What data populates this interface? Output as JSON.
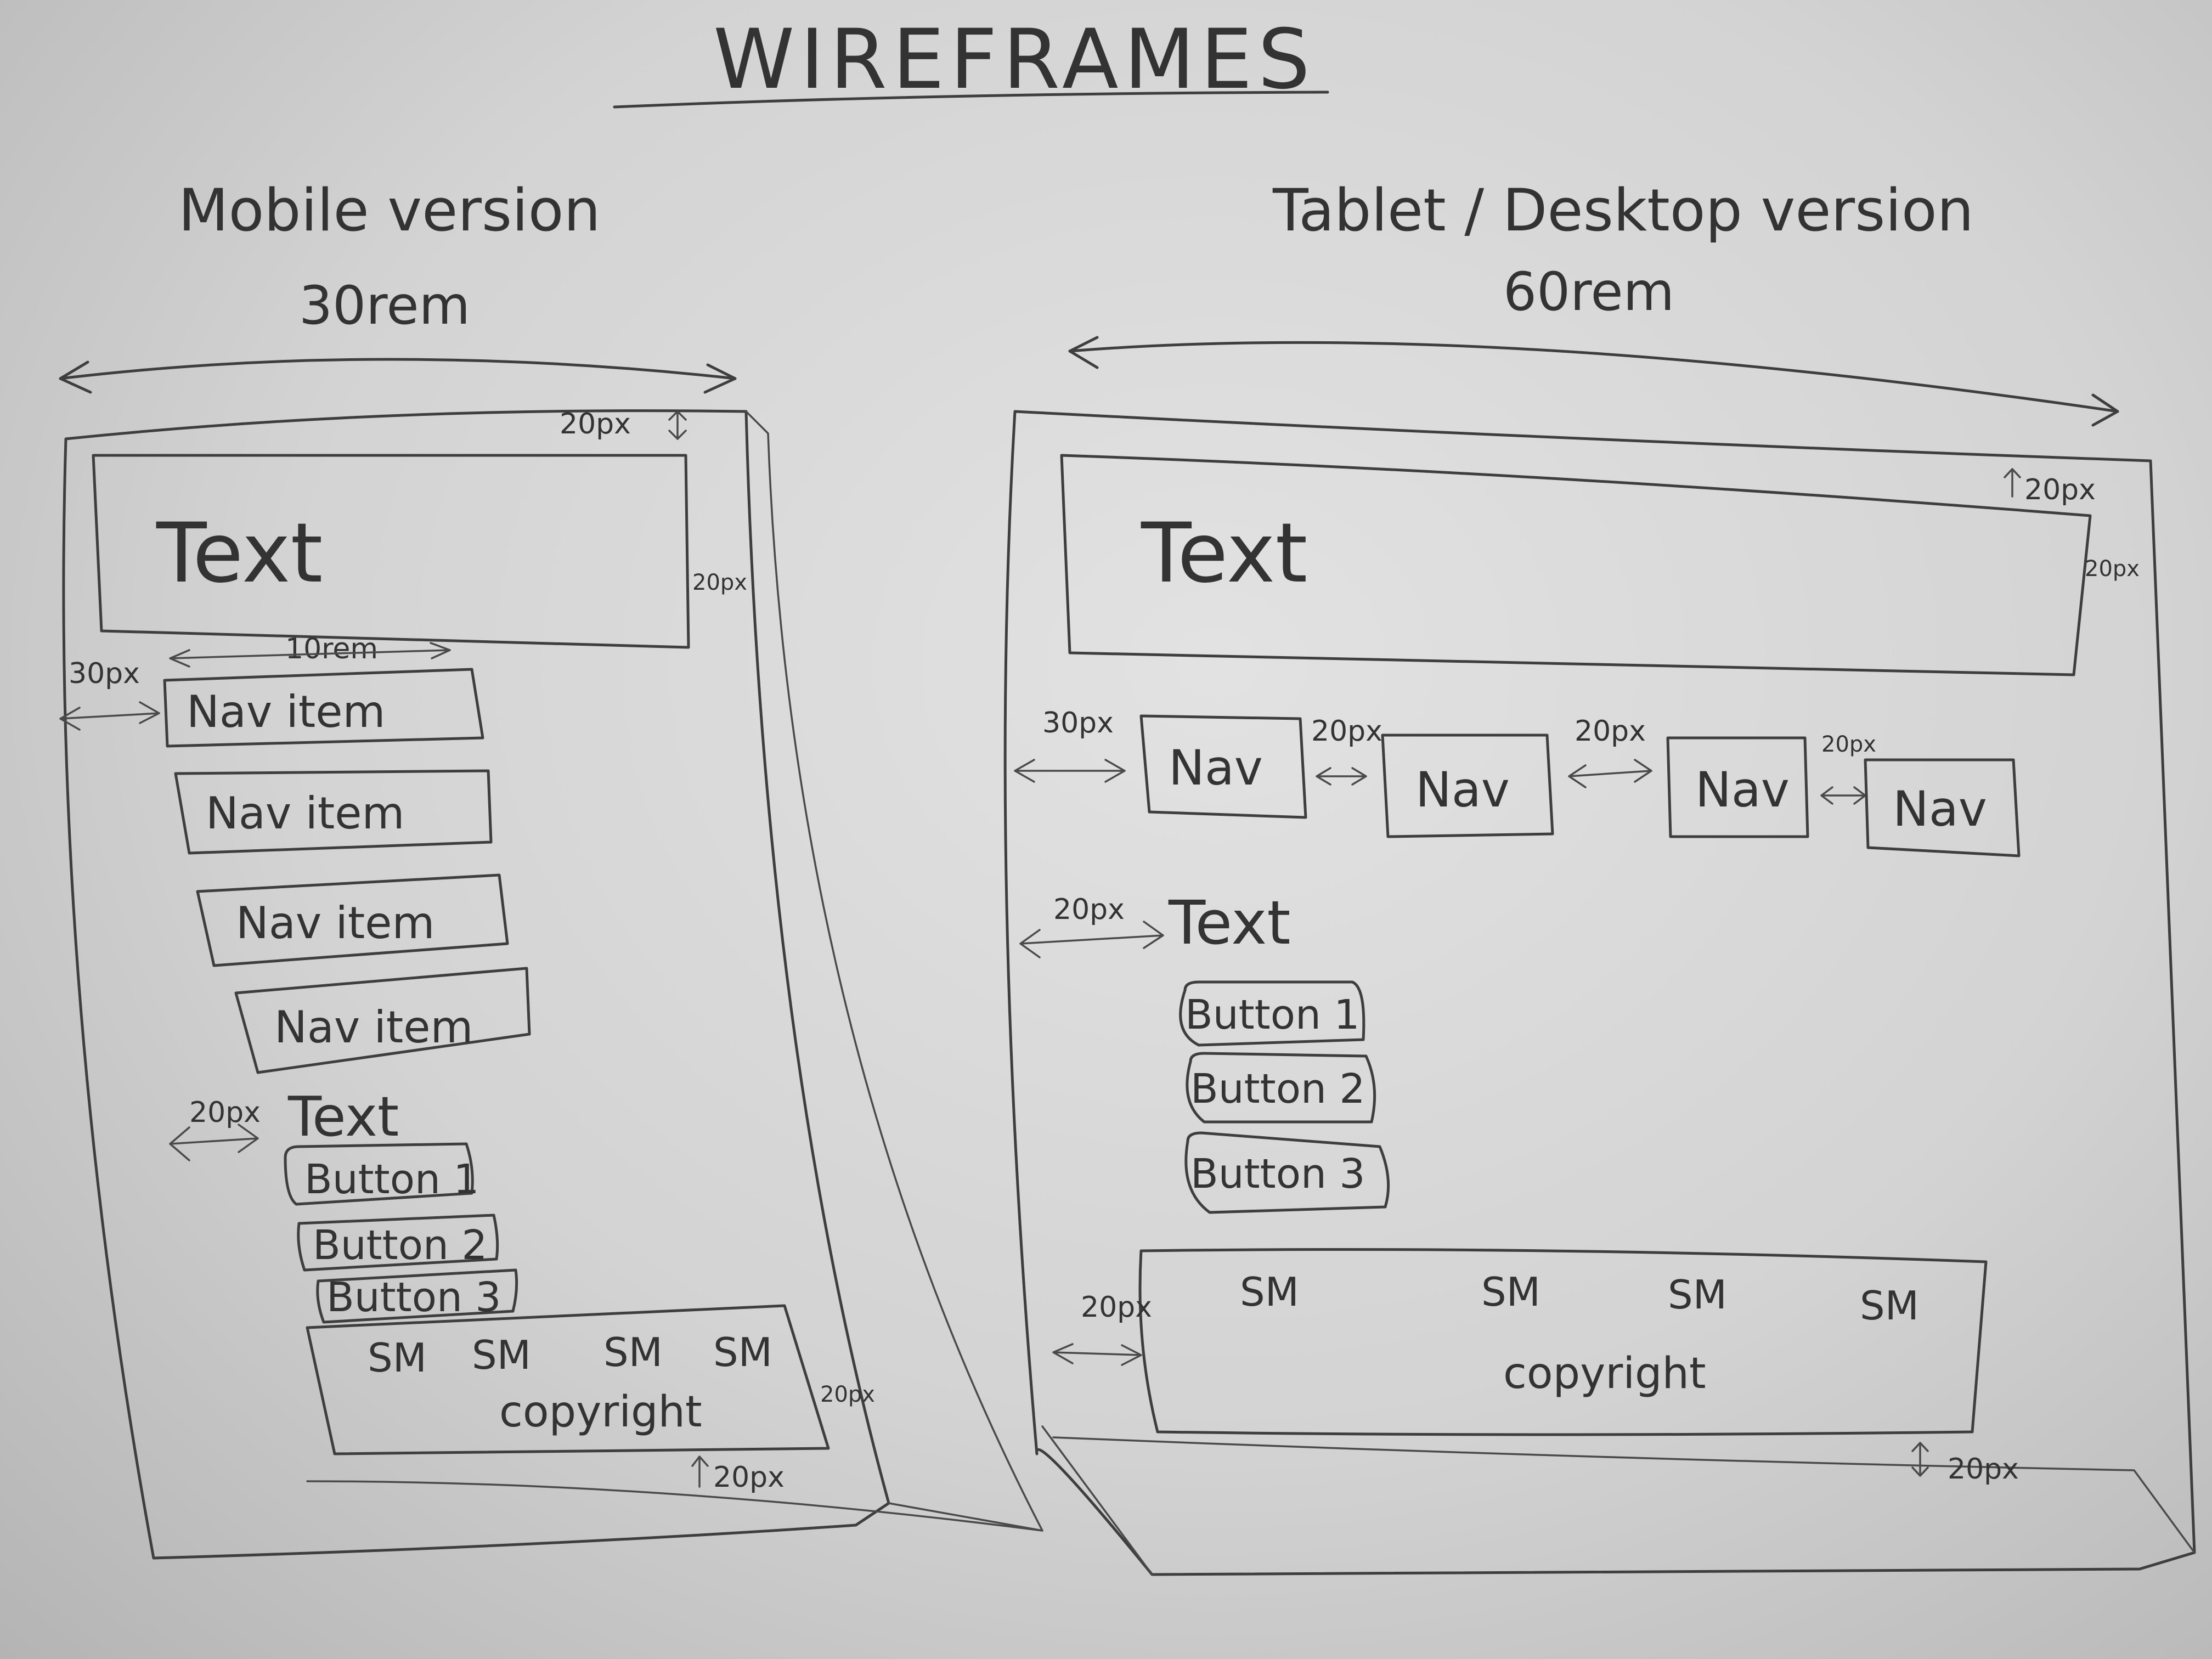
{
  "title": "WIREFRAMES",
  "mobile": {
    "heading": "Mobile version",
    "width_label": "30rem",
    "header_text": "Text",
    "header_dims": [
      "20px",
      "20px"
    ],
    "nav_width": "10rem",
    "nav_gap": "30px",
    "nav_items": [
      "Nav item",
      "Nav item",
      "Nav item",
      "Nav item"
    ],
    "text_gap": "20px",
    "text": "Text",
    "buttons": [
      "Button 1",
      "Button 2",
      "Button 3"
    ],
    "footer": {
      "sm": [
        "SM",
        "SM",
        "SM",
        "SM"
      ],
      "copyright": "copyright",
      "dims": [
        "20px",
        "20px"
      ]
    }
  },
  "desktop": {
    "heading": "Tablet / Desktop version",
    "width_label": "60rem",
    "header_text": "Text",
    "header_dims": [
      "20px",
      "20px"
    ],
    "nav_items": [
      "Nav",
      "Nav",
      "Nav",
      "Nav"
    ],
    "nav_gaps": [
      "30px",
      "20px",
      "20px",
      "20px"
    ],
    "text_gap": "20px",
    "text": "Text",
    "buttons": [
      "Button 1",
      "Button 2",
      "Button 3"
    ],
    "footer": {
      "sm": [
        "SM",
        "SM",
        "SM",
        "SM"
      ],
      "copyright": "copyright",
      "dims": [
        "20px",
        "20px"
      ]
    }
  }
}
